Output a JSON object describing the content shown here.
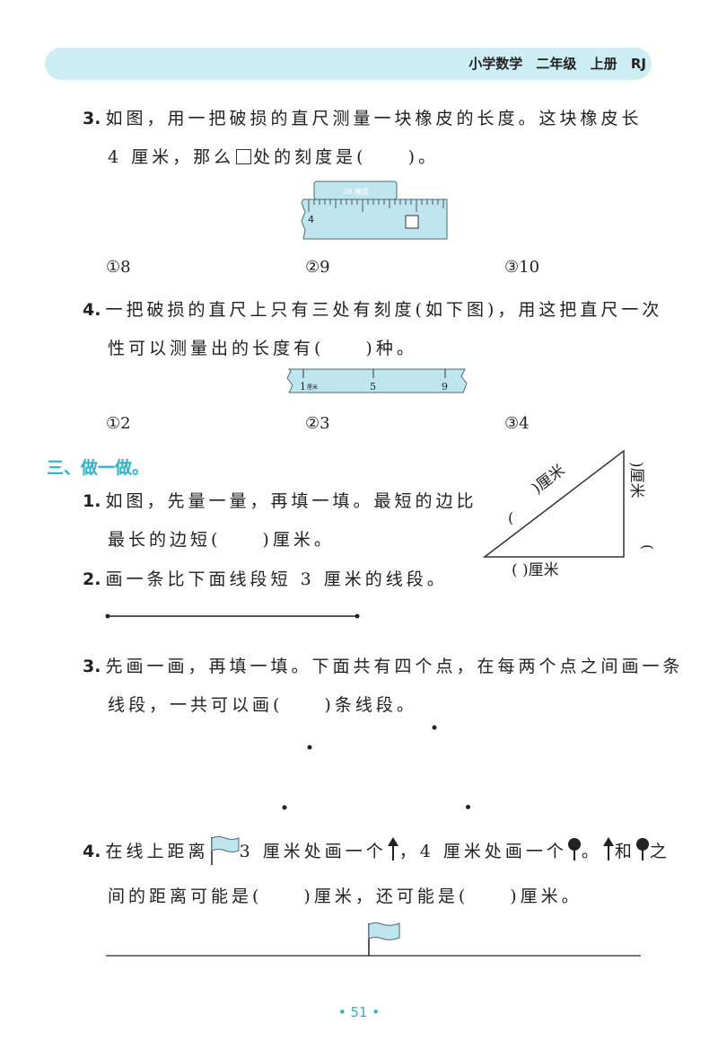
{
  "header": {
    "title": "小学数学   二年级   上册   RJ"
  },
  "q3": {
    "num": "3.",
    "line1": "如图，用一把破损的直尺测量一块橡皮的长度。这块橡皮长",
    "line2a": "4 厘米，那么",
    "line2b": "处的刻度是(",
    "line2c": ")。",
    "eraser_label": "2B 橡皮",
    "ruler_start": "4",
    "options": [
      "①8",
      "②9",
      "③10"
    ]
  },
  "q4": {
    "num": "4.",
    "line1": "一把破损的直尺上只有三处有刻度(如下图)，用这把直尺一次",
    "line2a": "性可以测量出的长度有(",
    "line2b": ")种。",
    "ruler_marks": [
      "1",
      "厘米",
      "5",
      "9"
    ],
    "options": [
      "①2",
      "②3",
      "③4"
    ]
  },
  "section3": {
    "title": "三、做一做。"
  },
  "s1": {
    "num": "1.",
    "line1": "如图，先量一量，再填一填。最短的边比",
    "line2a": "最长的边短(",
    "line2b": ")厘米。",
    "labels": {
      "hyp": ")厘米",
      "hyp_open": "(",
      "vert": ")厘米",
      "vert_open": "(",
      "base": "(        )厘米"
    }
  },
  "s2": {
    "num": "2.",
    "line1": "画一条比下面线段短 3 厘米的线段。"
  },
  "s3": {
    "num": "3.",
    "line1": "先画一画，再填一填。下面共有四个点，在每两个点之间画一条",
    "line2a": "线段，一共可以画(",
    "line2b": ")条线段。"
  },
  "s4": {
    "num": "4.",
    "line1a": "在线上距离",
    "line1b": "3 厘米处画一个",
    "line1c": "，4 厘米处画一个",
    "line1d": "。",
    "line1e": "和",
    "line1f": "之",
    "line2a": "间的距离可能是(",
    "line2b": ")厘米，还可能是(",
    "line2c": ")厘米。"
  },
  "page": {
    "number": "• 51 •"
  },
  "colors": {
    "accent": "#2fb3c8",
    "header_bg": "#cdeef4",
    "ruler_fill": "#bfe6ee"
  }
}
